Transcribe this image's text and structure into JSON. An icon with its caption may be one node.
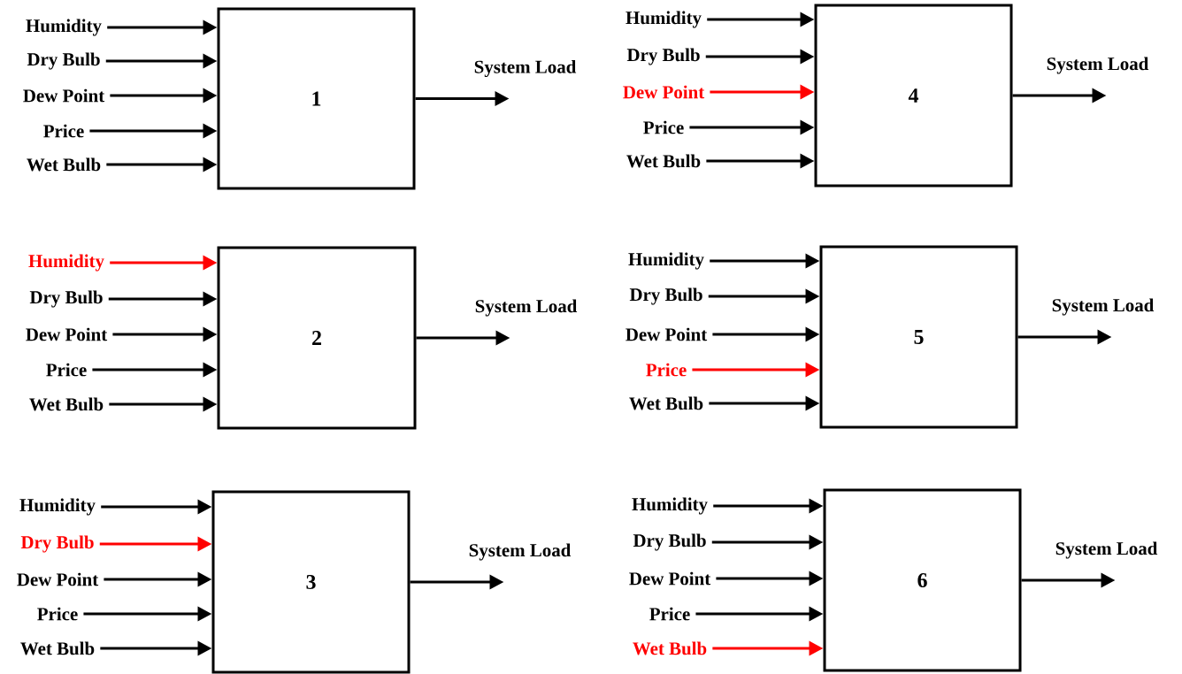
{
  "diagram": {
    "nodes": [
      {
        "text": [
          "Humidity"
        ]
      },
      {
        "text": [
          "Dry Bulb"
        ]
      },
      {
        "text": [
          "Dew Point"
        ]
      },
      {
        "text": [
          "Price"
        ]
      },
      {
        "text": [
          "Wet Bulb"
        ]
      },
      {
        "text": [
          "1"
        ]
      },
      {
        "text": [
          "Humidity"
        ]
      },
      {
        "text": [
          "Dry Bulb"
        ]
      },
      {
        "text": [
          "Dew Point"
        ]
      },
      {
        "text": [
          "Price"
        ]
      },
      {
        "text": [
          "Wet Bulb"
        ]
      },
      {
        "text": [
          "4"
        ]
      },
      {
        "text": [
          "Humidity"
        ]
      },
      {
        "text": [
          "Dry Bulb"
        ]
      },
      {
        "text": [
          "Dew Point"
        ]
      },
      {
        "text": [
          "Price"
        ]
      },
      {
        "text": [
          "Wet Bulb"
        ]
      },
      {
        "text": [
          "2"
        ]
      },
      {
        "text": [
          "Humidity"
        ]
      },
      {
        "text": [
          "Dry Bulb"
        ]
      },
      {
        "text": [
          "Dew Point"
        ]
      },
      {
        "text": [
          "Price"
        ]
      },
      {
        "text": [
          "Wet Bulb"
        ]
      },
      {
        "text": [
          "5"
        ]
      },
      {
        "text": [
          "Humidity"
        ]
      },
      {
        "text": [
          "Dry Bulb"
        ]
      },
      {
        "text": [
          "Dew Point"
        ]
      },
      {
        "text": [
          "Price"
        ]
      },
      {
        "text": [
          "Wet Bulb"
        ]
      },
      {
        "text": [
          "3"
        ]
      },
      {
        "text": [
          "Humidity"
        ]
      },
      {
        "text": [
          "Dry Bulb"
        ]
      },
      {
        "text": [
          "Dew Point"
        ]
      },
      {
        "text": [
          "Price"
        ]
      },
      {
        "text": [
          "Wet Bulb"
        ]
      },
      {
        "text": [
          "6"
        ]
      }
    ],
    "edges": [
      {
        "from": 0,
        "to": 5,
        "arrow": "to"
      },
      {
        "from": 1,
        "to": 5,
        "arrow": "to"
      },
      {
        "from": 2,
        "to": 5,
        "arrow": "to"
      },
      {
        "from": 3,
        "to": 5,
        "arrow": "to"
      },
      {
        "from": 4,
        "to": 5,
        "arrow": "to"
      },
      {
        "from": 5,
        "to": null,
        "arrow": "to",
        "label": "System Load"
      },
      {
        "from": 6,
        "to": 11,
        "arrow": "to"
      },
      {
        "from": 7,
        "to": 11,
        "arrow": "to"
      },
      {
        "from": 8,
        "to": 11,
        "arrow": "to",
        "color": "#ff0000"
      },
      {
        "from": 9,
        "to": 11,
        "arrow": "to"
      },
      {
        "from": 10,
        "to": 11,
        "arrow": "to"
      },
      {
        "from": 11,
        "to": null,
        "arrow": "to",
        "label": "System Load"
      },
      {
        "from": 12,
        "to": 17,
        "arrow": "to",
        "color": "#ff0000"
      },
      {
        "from": 13,
        "to": 17,
        "arrow": "to"
      },
      {
        "from": 14,
        "to": 17,
        "arrow": "to"
      },
      {
        "from": 15,
        "to": 17,
        "arrow": "to"
      },
      {
        "from": 16,
        "to": 17,
        "arrow": "to"
      },
      {
        "from": 17,
        "to": null,
        "arrow": "to",
        "label": "System Load"
      },
      {
        "from": 18,
        "to": 23,
        "arrow": "to"
      },
      {
        "from": 19,
        "to": 23,
        "arrow": "to"
      },
      {
        "from": 20,
        "to": 23,
        "arrow": "to"
      },
      {
        "from": 21,
        "to": 23,
        "arrow": "to",
        "color": "#ff0000"
      },
      {
        "from": 22,
        "to": 23,
        "arrow": "to"
      },
      {
        "from": 23,
        "to": null,
        "arrow": "to",
        "label": "System Load"
      },
      {
        "from": 24,
        "to": 29,
        "arrow": "to"
      },
      {
        "from": 25,
        "to": 29,
        "arrow": "to",
        "color": "#ff0000"
      },
      {
        "from": 26,
        "to": 29,
        "arrow": "to"
      },
      {
        "from": 27,
        "to": 29,
        "arrow": "to"
      },
      {
        "from": 28,
        "to": 29,
        "arrow": "to"
      },
      {
        "from": 29,
        "to": null,
        "arrow": "to",
        "label": "System Load"
      },
      {
        "from": 30,
        "to": 35,
        "arrow": "to"
      },
      {
        "from": 31,
        "to": 35,
        "arrow": "to"
      },
      {
        "from": 32,
        "to": 35,
        "arrow": "to"
      },
      {
        "from": 33,
        "to": 35,
        "arrow": "to"
      },
      {
        "from": 34,
        "to": 35,
        "arrow": "to",
        "color": "#ff0000"
      },
      {
        "from": 35,
        "to": null,
        "arrow": "to",
        "label": "System Load"
      }
    ]
  }
}
